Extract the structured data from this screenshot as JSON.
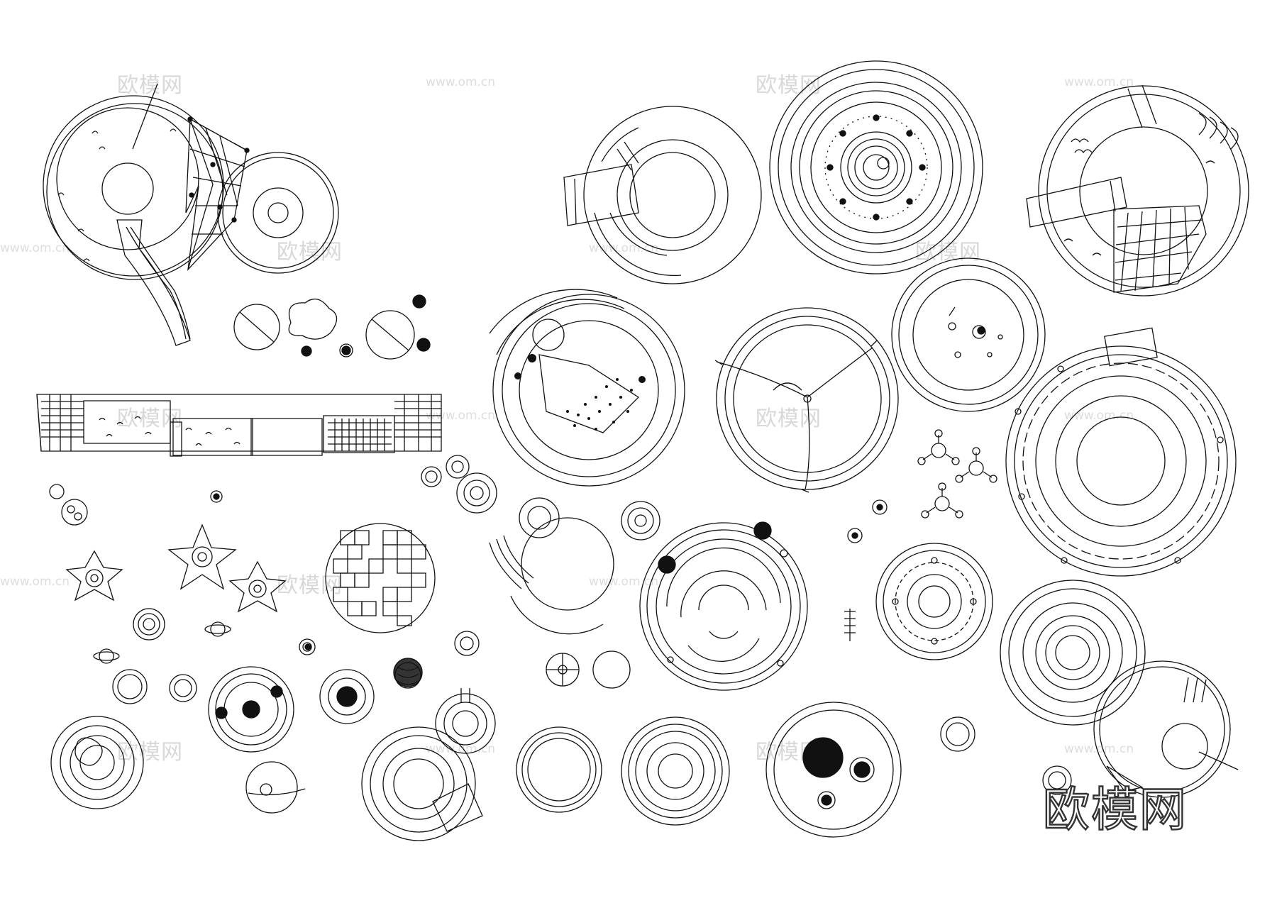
{
  "watermark": {
    "text": "欧模网",
    "url": "www.om.cn"
  },
  "logo": {
    "text": "欧模网"
  }
}
